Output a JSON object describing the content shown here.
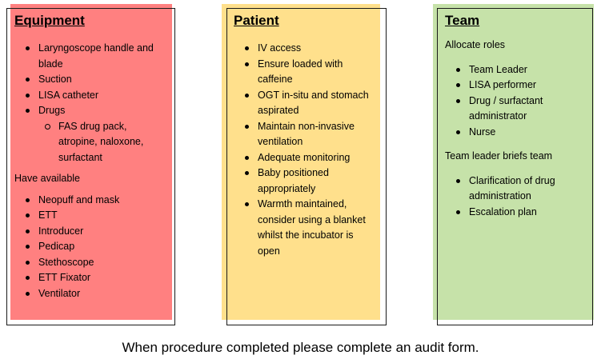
{
  "colors": {
    "equipment_bg": "#ff8080",
    "patient_bg": "#ffe08c",
    "team_bg": "#c6e2a9",
    "frame": "#1a1a1a"
  },
  "equipment": {
    "title": "Equipment",
    "items": [
      [
        "Laryngoscope handle and",
        "blade"
      ],
      [
        "Suction"
      ],
      [
        "LISA catheter"
      ],
      [
        "Drugs"
      ]
    ],
    "drug_subitems": [
      [
        "FAS drug pack,",
        "atropine, naloxone,",
        "surfactant"
      ]
    ],
    "have_available_heading": "Have available",
    "have_available": [
      [
        "Neopuff and mask"
      ],
      [
        "ETT"
      ],
      [
        "Introducer"
      ],
      [
        "Pedicap"
      ],
      [
        "Stethoscope"
      ],
      [
        "ETT Fixator"
      ],
      [
        "Ventilator"
      ]
    ]
  },
  "patient": {
    "title": "Patient",
    "items": [
      [
        "IV access"
      ],
      [
        "Ensure loaded with",
        "caffeine"
      ],
      [
        "OGT in-situ and stomach",
        "aspirated"
      ],
      [
        "Maintain non-invasive",
        "ventilation"
      ],
      [
        "Adequate monitoring"
      ],
      [
        "Baby positioned",
        "appropriately"
      ],
      [
        "Warmth maintained,",
        "consider using a blanket",
        "whilst the incubator is",
        "open"
      ]
    ]
  },
  "team": {
    "title": "Team",
    "allocate_heading": "Allocate roles",
    "roles": [
      [
        "Team Leader"
      ],
      [
        "LISA performer"
      ],
      [
        "Drug / surfactant",
        "administrator"
      ],
      [
        "Nurse"
      ]
    ],
    "briefing_heading": "Team leader briefs team",
    "briefing": [
      [
        "Clarification of drug",
        "administration"
      ],
      [
        "Escalation plan"
      ]
    ]
  },
  "footer": "When procedure completed please complete an audit form."
}
